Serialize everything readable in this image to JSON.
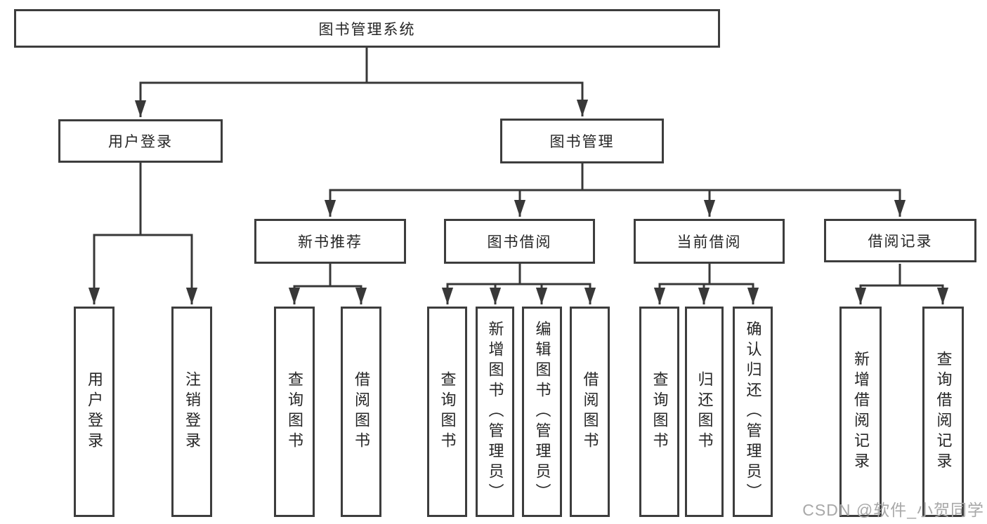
{
  "diagram": {
    "root": {
      "label": "图书管理系统"
    },
    "level1": [
      {
        "label": "用户登录"
      },
      {
        "label": "图书管理"
      }
    ],
    "level2": [
      {
        "label": "新书推荐"
      },
      {
        "label": "图书借阅"
      },
      {
        "label": "当前借阅"
      },
      {
        "label": "借阅记录"
      }
    ],
    "leaves": [
      {
        "label": "用户登录"
      },
      {
        "label": "注销登录"
      },
      {
        "label": "查询图书"
      },
      {
        "label": "借阅图书"
      },
      {
        "label": "查询图书"
      },
      {
        "label": "新增图书（管理员）"
      },
      {
        "label": "编辑图书（管理员）"
      },
      {
        "label": "借阅图书"
      },
      {
        "label": "查询图书"
      },
      {
        "label": "归还图书"
      },
      {
        "label": "确认归还（管理员）"
      },
      {
        "label": "新增借阅记录"
      },
      {
        "label": "查询借阅记录"
      }
    ]
  },
  "watermark": {
    "text": "CSDN @软件_小贺同学"
  },
  "colors": {
    "border": "#3d3d3d",
    "line": "#383838",
    "text": "#262626",
    "watermark": "#a8a8a8",
    "background": "#ffffff"
  }
}
